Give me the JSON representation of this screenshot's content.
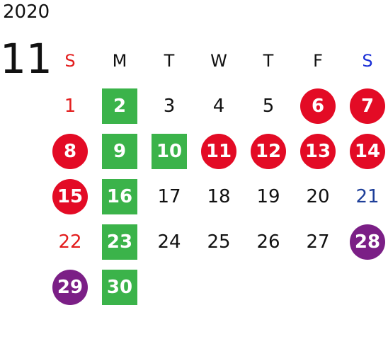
{
  "year": "2020",
  "month": "11",
  "weekdays": [
    {
      "label": "S",
      "color": "#e31d1d"
    },
    {
      "label": "M",
      "color": "#111111"
    },
    {
      "label": "T",
      "color": "#111111"
    },
    {
      "label": "W",
      "color": "#111111"
    },
    {
      "label": "T",
      "color": "#111111"
    },
    {
      "label": "F",
      "color": "#111111"
    },
    {
      "label": "S",
      "color": "#1a2fd6"
    }
  ],
  "days": [
    {
      "n": "1",
      "style": "red-text"
    },
    {
      "n": "2",
      "style": "square-green"
    },
    {
      "n": "3",
      "style": "plain"
    },
    {
      "n": "4",
      "style": "plain"
    },
    {
      "n": "5",
      "style": "plain"
    },
    {
      "n": "6",
      "style": "circle-red"
    },
    {
      "n": "7",
      "style": "circle-red"
    },
    {
      "n": "8",
      "style": "circle-red"
    },
    {
      "n": "9",
      "style": "square-green"
    },
    {
      "n": "10",
      "style": "square-green"
    },
    {
      "n": "11",
      "style": "circle-red"
    },
    {
      "n": "12",
      "style": "circle-red"
    },
    {
      "n": "13",
      "style": "circle-red"
    },
    {
      "n": "14",
      "style": "circle-red"
    },
    {
      "n": "15",
      "style": "circle-red"
    },
    {
      "n": "16",
      "style": "square-green"
    },
    {
      "n": "17",
      "style": "plain"
    },
    {
      "n": "18",
      "style": "plain"
    },
    {
      "n": "19",
      "style": "plain"
    },
    {
      "n": "20",
      "style": "plain"
    },
    {
      "n": "21",
      "style": "blue-text"
    },
    {
      "n": "22",
      "style": "red-text"
    },
    {
      "n": "23",
      "style": "square-green"
    },
    {
      "n": "24",
      "style": "plain"
    },
    {
      "n": "25",
      "style": "plain"
    },
    {
      "n": "26",
      "style": "plain"
    },
    {
      "n": "27",
      "style": "plain"
    },
    {
      "n": "28",
      "style": "circle-purple"
    },
    {
      "n": "29",
      "style": "circle-purple"
    },
    {
      "n": "30",
      "style": "square-green"
    }
  ],
  "colors": {
    "holiday_red": "#e30b25",
    "closed_green": "#3bb34a",
    "event_purple": "#7b1f86",
    "sunday_text": "#e31d1d",
    "saturday_text": "#1e3f99"
  }
}
